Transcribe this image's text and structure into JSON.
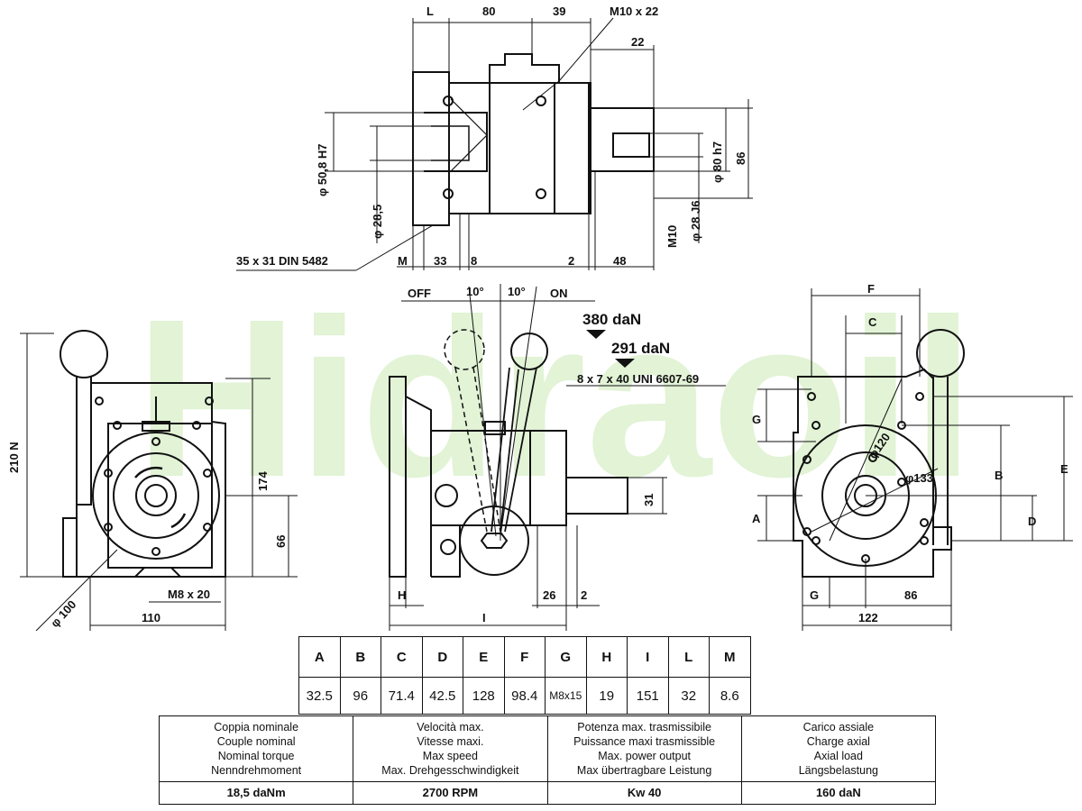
{
  "watermark": "Hidraoil",
  "top_view": {
    "dims": {
      "L": "L",
      "d80": "80",
      "d39": "39",
      "m10x22": "M10 x 22",
      "d22": "22",
      "phi50": "φ 50,8 H7",
      "phi28_5": "φ 28,5",
      "phi80": "φ 80 h7",
      "d86": "86",
      "phi28j6": "φ 28 J6",
      "m10": "M10",
      "spline": "35 x 31  DIN 5482",
      "M": "M",
      "d33": "33",
      "d8": "8",
      "d2": "2",
      "d48": "48"
    }
  },
  "left_view": {
    "dims": {
      "d210n": "210 N",
      "d174": "174",
      "d66": "66",
      "m8x20": "M8 x 20",
      "phi100": "φ 100",
      "d110": "110"
    }
  },
  "middle_view": {
    "dims": {
      "off": "OFF",
      "ang1": "10°",
      "ang2": "10°",
      "on": "ON",
      "load1": "380 daN",
      "load2": "291 daN",
      "key": "8 x 7 x 40  UNI 6607-69",
      "d31": "31",
      "H": "H",
      "d26": "26",
      "d2": "2",
      "I": "I"
    }
  },
  "right_view": {
    "dims": {
      "F": "F",
      "C": "C",
      "G": "G",
      "phi120": "φ120",
      "phi133": "φ133",
      "B": "B",
      "E": "E",
      "A": "A",
      "D": "D",
      "G2": "G",
      "d86": "86",
      "d122": "122"
    }
  },
  "dimension_table": {
    "headers": [
      "A",
      "B",
      "C",
      "D",
      "E",
      "F",
      "G",
      "H",
      "I",
      "L",
      "M"
    ],
    "values": [
      "32.5",
      "96",
      "71.4",
      "42.5",
      "128",
      "98.4",
      "M8x15",
      "19",
      "151",
      "32",
      "8.6"
    ]
  },
  "spec_table": {
    "columns": [
      {
        "labels": [
          "Coppia nominale",
          "Couple nominal",
          "Nominal torque",
          "Nenndrehmoment"
        ],
        "value": "18,5 daNm"
      },
      {
        "labels": [
          "Velocità max.",
          "Vitesse maxi.",
          "Max speed",
          "Max. Drehgesschwindigkeit"
        ],
        "value": "2700 RPM"
      },
      {
        "labels": [
          "Potenza max. trasmissibile",
          "Puissance maxi trasmissible",
          "Max. power output",
          "Max übertragbare Leistung"
        ],
        "value": "Kw 40"
      },
      {
        "labels": [
          "Carico assiale",
          "Charge axial",
          "Axial load",
          "Längsbelastung"
        ],
        "value": "160 daN"
      }
    ]
  }
}
